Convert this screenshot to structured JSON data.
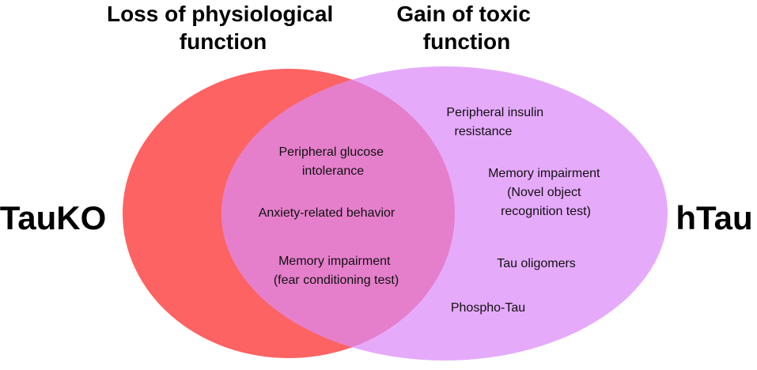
{
  "headers": {
    "left": [
      "Loss of physiological",
      "function"
    ],
    "right": [
      "Gain of toxic",
      "function"
    ]
  },
  "sets": {
    "left": {
      "label": "TauKO",
      "color": "#fd6363"
    },
    "right": {
      "label": "hTau",
      "color": "#e6aafb"
    },
    "overlap_color": "#e57fcb"
  },
  "overlap_items": [
    [
      "Peripheral glucose",
      "intolerance"
    ],
    [
      "Anxiety-related behavior"
    ],
    [
      "Memory impairment",
      "(fear conditioning test)"
    ]
  ],
  "right_items": [
    [
      "Peripheral insulin",
      "resistance"
    ],
    [
      "Memory impairment",
      "(Novel object",
      "recognition test)"
    ],
    [
      "Tau oligomers"
    ],
    [
      "Phospho-Tau"
    ]
  ]
}
